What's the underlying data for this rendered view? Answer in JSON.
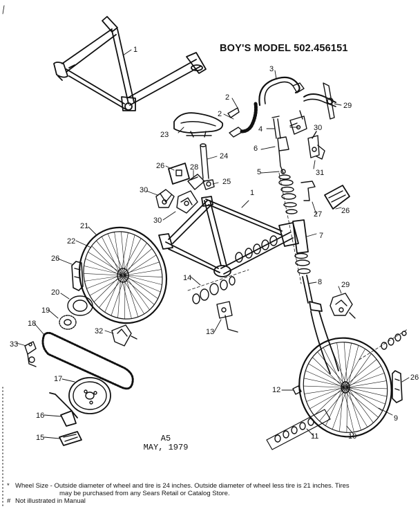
{
  "title": "BOY'S MODEL 502.456151",
  "page_code": "A5",
  "date": "MAY, 1979",
  "footnotes": {
    "wheel_line1": "Wheel Size - Outside diameter of wheel and tire is 24 inches. Outside diameter of wheel less tire is 21 inches. Tires",
    "wheel_line2": "may be purchased from any Sears Retail or Catalog Store.",
    "not_illustrated": "Not illustrated in Manual",
    "asterisk": "*",
    "hash": "#"
  },
  "parts": [
    {
      "id": "frame-top",
      "label": "1"
    },
    {
      "id": "stem-bar",
      "label": "3"
    },
    {
      "id": "grip-upper",
      "label": "2"
    },
    {
      "id": "grip-lower",
      "label": "2"
    },
    {
      "id": "handlebar-right",
      "label": "29"
    },
    {
      "id": "seat",
      "label": "23"
    },
    {
      "id": "expander-bolt",
      "label": "4"
    },
    {
      "id": "brake-lever",
      "label": "30"
    },
    {
      "id": "wedge",
      "label": "6"
    },
    {
      "id": "seat-post",
      "label": "24"
    },
    {
      "id": "reflector-seat",
      "label": "26"
    },
    {
      "id": "seat-clamp",
      "label": "28"
    },
    {
      "id": "seat-bolt",
      "label": "25"
    },
    {
      "id": "stem-nut",
      "label": "5"
    },
    {
      "id": "shifter",
      "label": "31"
    },
    {
      "id": "caliper-left",
      "label": "30"
    },
    {
      "id": "frame-main",
      "label": "1"
    },
    {
      "id": "reflector-bracket",
      "label": "27"
    },
    {
      "id": "reflector-front",
      "label": "26"
    },
    {
      "id": "caliper-lower",
      "label": "30"
    },
    {
      "id": "rear-wheel",
      "label": "21"
    },
    {
      "id": "rear-rim",
      "label": "22"
    },
    {
      "id": "headset",
      "label": "7"
    },
    {
      "id": "reflector-rear",
      "label": "26"
    },
    {
      "id": "fork-bearing",
      "label": "8"
    },
    {
      "id": "bottom-bracket",
      "label": "14"
    },
    {
      "id": "front-caliper",
      "label": "29"
    },
    {
      "id": "freewheel-hub",
      "label": "20"
    },
    {
      "id": "freewheel",
      "label": "19"
    },
    {
      "id": "kickstand",
      "label": "13"
    },
    {
      "id": "chain",
      "label": "18"
    },
    {
      "id": "derailleur",
      "label": "32"
    },
    {
      "id": "derailleur-rear",
      "label": "33"
    },
    {
      "id": "spoke-reflector",
      "label": "26"
    },
    {
      "id": "axle-nut",
      "label": "12"
    },
    {
      "id": "chainwheel",
      "label": "17"
    },
    {
      "id": "front-hub",
      "label": "9"
    },
    {
      "id": "crank",
      "label": "16"
    },
    {
      "id": "front-wheel",
      "label": "10"
    },
    {
      "id": "front-axle",
      "label": "11"
    },
    {
      "id": "pedal",
      "label": "15"
    }
  ]
}
